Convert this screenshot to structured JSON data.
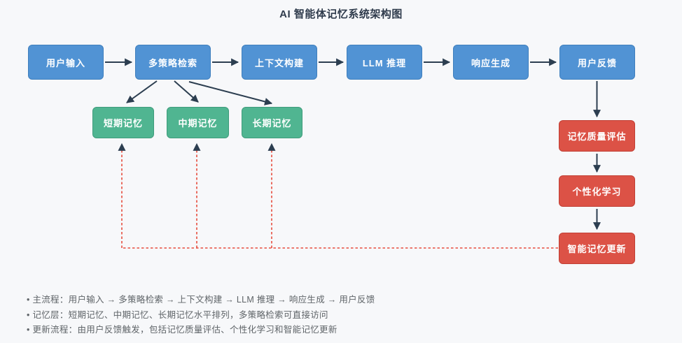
{
  "title": "AI 智能体记忆系统架构图",
  "colors": {
    "main_flow_box": "#5193d4",
    "memory_box": "#50b591",
    "update_box": "#dc5246",
    "arrow": "#2c3e50",
    "feedback_dashed": "#e74c3c",
    "background": "#f7f8fa"
  },
  "nodes": {
    "main_flow": [
      {
        "label": "用户输入"
      },
      {
        "label": "多策略检索"
      },
      {
        "label": "上下文构建"
      },
      {
        "label": "LLM 推理"
      },
      {
        "label": "响应生成"
      },
      {
        "label": "用户反馈"
      }
    ],
    "memory_layer": [
      {
        "label": "短期记忆"
      },
      {
        "label": "中期记忆"
      },
      {
        "label": "长期记忆"
      }
    ],
    "update_flow": [
      {
        "label": "记忆质量评估"
      },
      {
        "label": "个性化学习"
      },
      {
        "label": "智能记忆更新"
      }
    ]
  },
  "notes": [
    "• 主流程：用户输入 → 多策略检索 → 上下文构建 → LLM 推理 → 响应生成 → 用户反馈",
    "• 记忆层：短期记忆、中期记忆、长期记忆水平排列，多策略检索可直接访问",
    "• 更新流程：由用户反馈触发，包括记忆质量评估、个性化学习和智能记忆更新"
  ]
}
